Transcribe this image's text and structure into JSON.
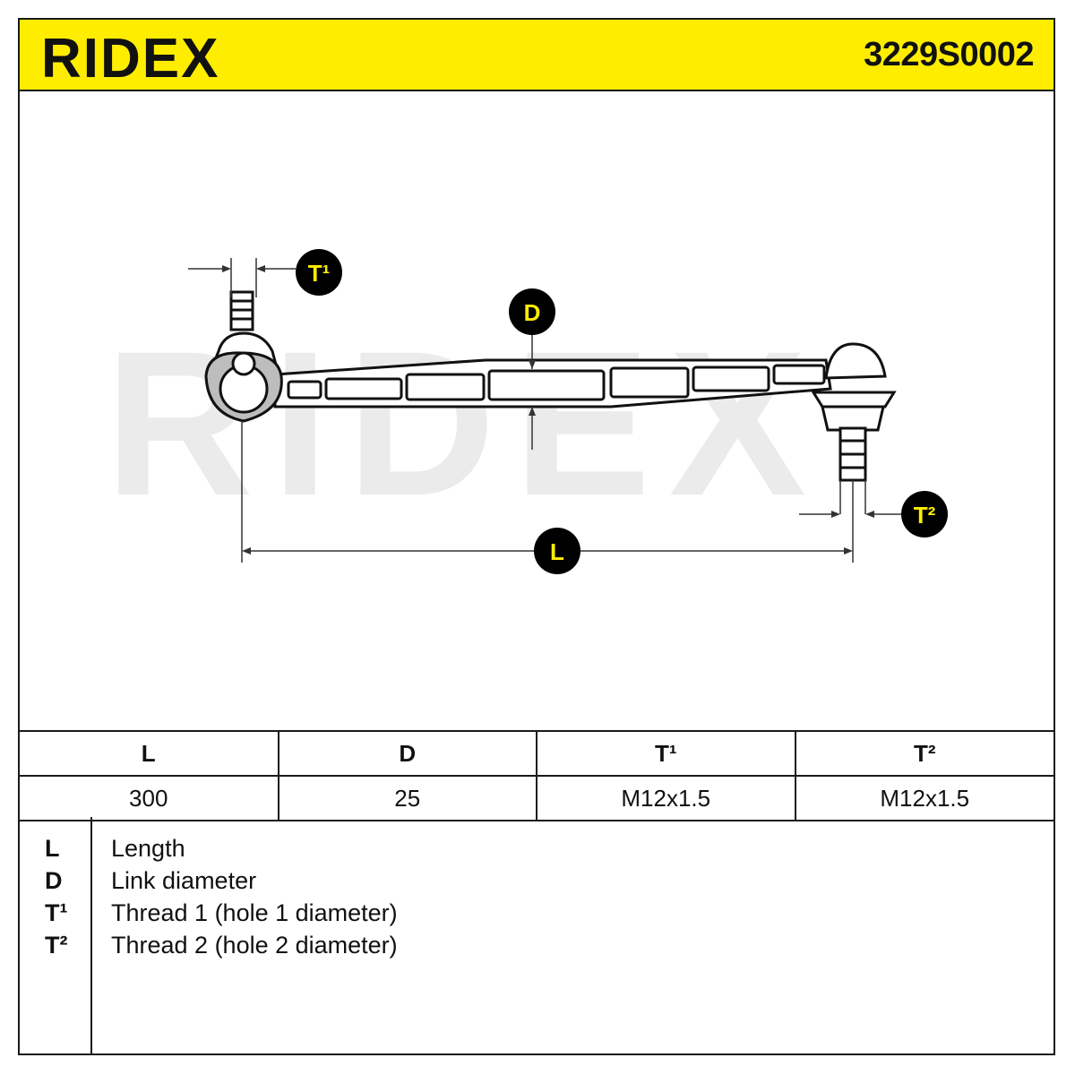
{
  "header": {
    "brand": "RIDEX",
    "part_number": "3229S0002"
  },
  "drawing": {
    "watermark": "RIDEX",
    "badges": {
      "t1": "T¹",
      "d": "D",
      "t2": "T²",
      "l": "L"
    }
  },
  "table": {
    "headers": [
      "L",
      "D",
      "T¹",
      "T²"
    ],
    "values": [
      "300",
      "25",
      "M12x1.5",
      "M12x1.5"
    ]
  },
  "legend": [
    {
      "key": "L",
      "text": "Length"
    },
    {
      "key": "D",
      "text": "Link diameter"
    },
    {
      "key": "T¹",
      "text": "Thread 1 (hole 1 diameter)"
    },
    {
      "key": "T²",
      "text": "Thread 2 (hole 2 diameter)"
    }
  ],
  "colors": {
    "brand_yellow": "#ffed00",
    "badge_fill": "#000000",
    "badge_text": "#ffed00",
    "watermark": "#ebebeb"
  }
}
